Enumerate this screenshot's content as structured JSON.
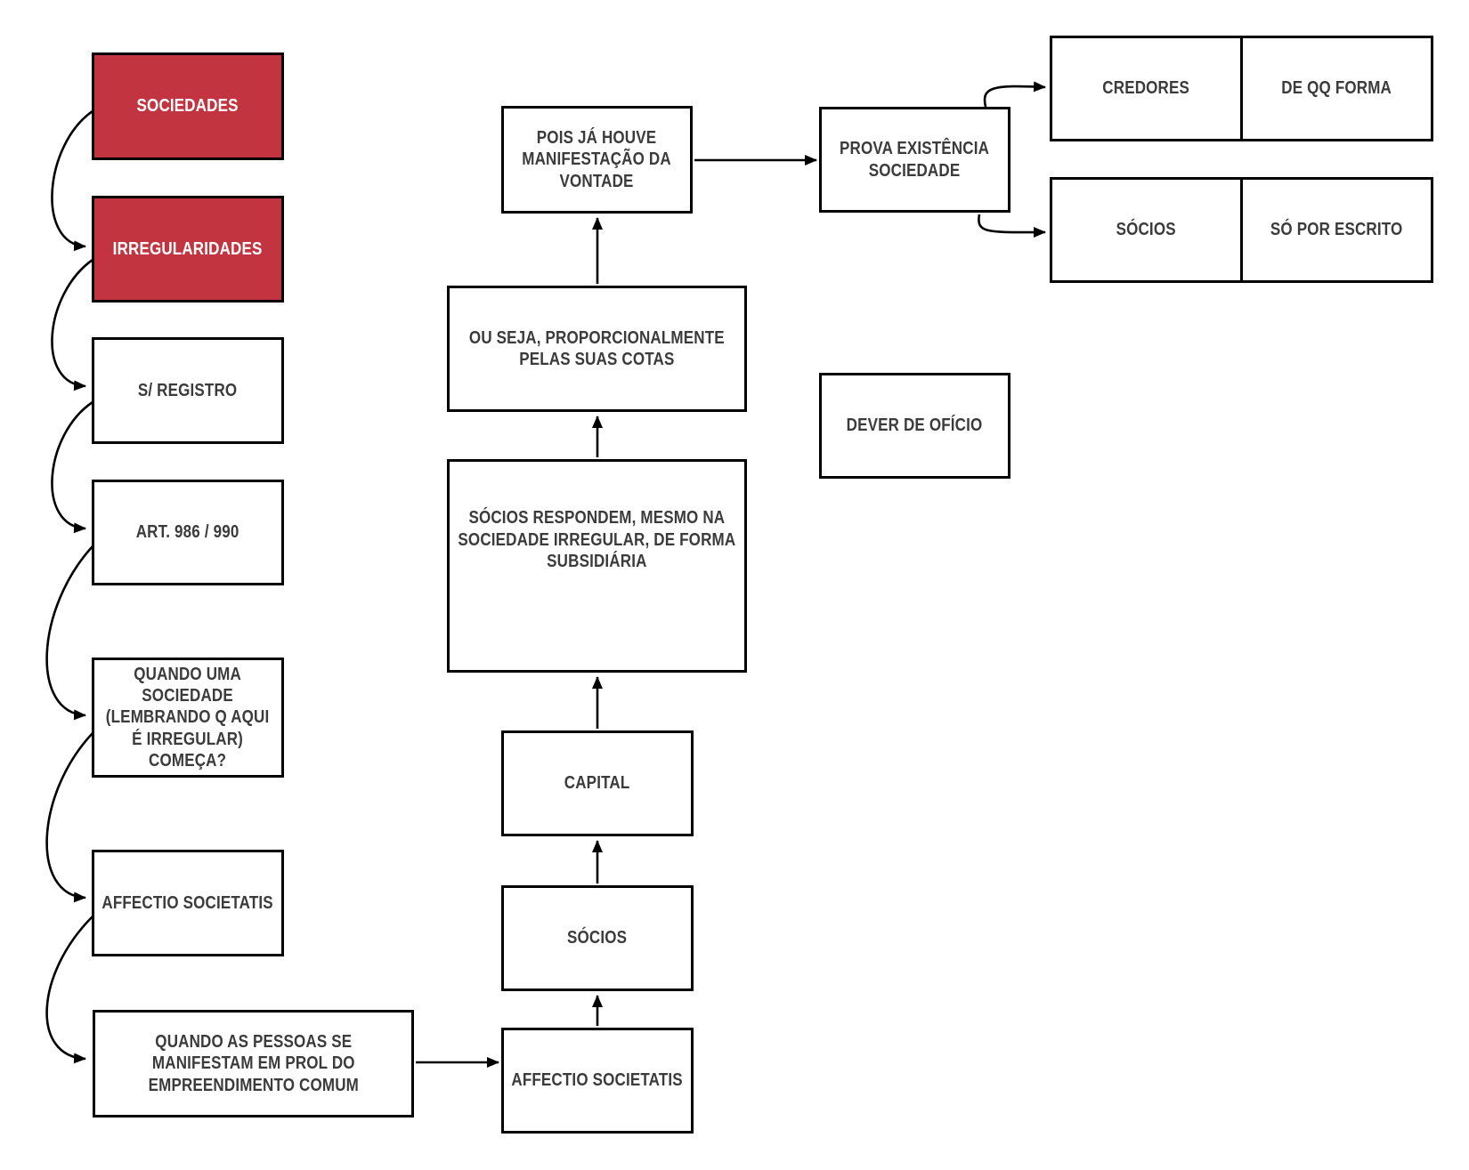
{
  "colors": {
    "node_red": "#c23540",
    "node_white": "#ffffff",
    "border": "#000000",
    "text_dark": "#3b3b3b",
    "text_on_red": "#ffffff"
  },
  "nodes": {
    "sociedades": {
      "label": "SOCIEDADES"
    },
    "irregularidades": {
      "label": "IRREGULARIDADES"
    },
    "s_registro": {
      "label": "S/ REGISTRO"
    },
    "art_986_990": {
      "label": "ART. 986 / 990"
    },
    "quando_uma_sociedade": {
      "label": "QUANDO UMA SOCIEDADE (LEMBRANDO Q AQUI É IRREGULAR) COMEÇA?"
    },
    "affectio_societatis_esq": {
      "label": "AFFECTIO SOCIETATIS"
    },
    "quando_as_pessoas": {
      "label": "QUANDO AS PESSOAS SE MANIFESTAM EM PROL DO EMPREENDIMENTO COMUM"
    },
    "affectio_societatis_meio": {
      "label": "AFFECTIO SOCIETATIS"
    },
    "socios_meio": {
      "label": "SÓCIOS"
    },
    "capital": {
      "label": "CAPITAL"
    },
    "socios_respondem": {
      "label": "SÓCIOS RESPONDEM, MESMO NA SOCIEDADE IRREGULAR, DE FORMA SUBSIDIÁRIA"
    },
    "ou_seja": {
      "label": "OU SEJA, PROPORCIONALMENTE PELAS SUAS COTAS"
    },
    "pois_ja_houve": {
      "label": "POIS JÁ HOUVE MANIFESTAÇÃO DA VONTADE"
    },
    "prova_existencia": {
      "label": "PROVA EXISTÊNCIA SOCIEDADE"
    },
    "dever_de_oficio": {
      "label": "DEVER DE OFÍCIO"
    },
    "credores": {
      "label": "CREDORES"
    },
    "de_qq_forma": {
      "label": "DE QQ FORMA"
    },
    "socios_dir": {
      "label": "SÓCIOS"
    },
    "so_por_escrito": {
      "label": "SÓ POR ESCRITO"
    }
  }
}
